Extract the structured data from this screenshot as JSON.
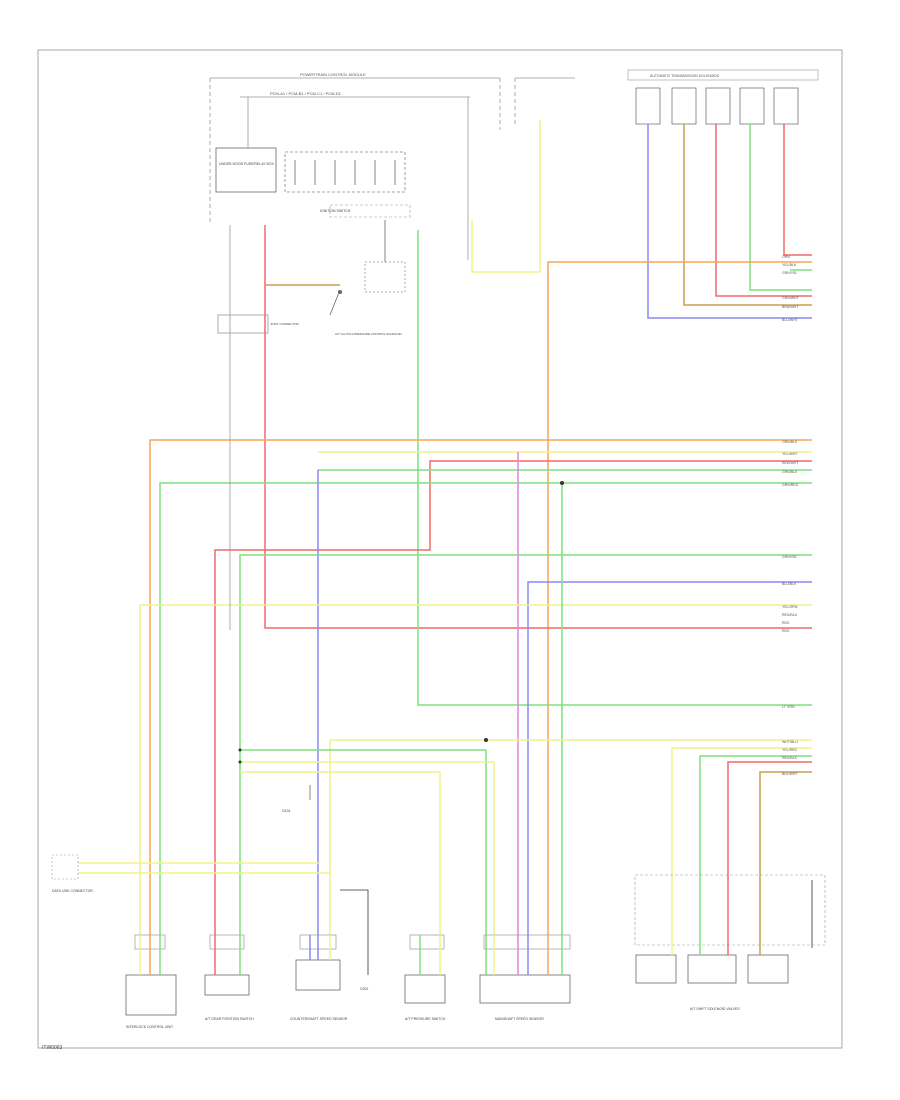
{
  "page": {
    "footer_code": "ITW0063"
  },
  "wire_colors": {
    "orange": "#f5a55a",
    "yellow": "#f2f28a",
    "red": "#f26a6a",
    "green": "#7fe07f",
    "blue": "#8a8af2",
    "tan": "#c9a050",
    "pink": "#e085e0",
    "black": "#333333"
  },
  "top_banner": {
    "line1": "POWERTRAIN CONTROL MODULE",
    "line2": "PCM-A1 / PCM-B1 / PCM-C1 / PCM-D1"
  },
  "top_right_header": "AUTOMATIC TRANSMISSION SOLENOIDS",
  "wire_labels_right": [
    "ORN",
    "YEL/BLK",
    "GRN/YEL",
    "GRN/WHT",
    "BRN/WHT",
    "BLU/WHT",
    "ORN/BLK",
    "YEL/WHT",
    "RED/WHT",
    "GRN/BLK",
    "GRN/RED",
    "GRN/YEL",
    "BLU/BLK",
    "YEL/GRN",
    "RED/BLU",
    "RED",
    "RED",
    "LT GRN",
    "WHT/BLU",
    "YEL/RED",
    "RED/BLK",
    "BLK/WHT"
  ],
  "components": {
    "fuse_box": "UNDER-HOOD FUSE/RELAY BOX",
    "ignition": "IGNITION SWITCH",
    "relay": "A/T CLUTCH PRESSURE CONTROL SOLENOID",
    "lamp_left": "DATA LINK CONNECTOR",
    "left_module": "INTERLOCK CONTROL UNIT",
    "module_2": "A/T GEAR POSITION SWITCH",
    "module_3": "COUNTERSHAFT SPEED SENSOR",
    "module_4": "A/T PRESSURE SWITCH",
    "module_5": "MAINSHAFT SPEED SENSOR",
    "module_6": "A/T SHIFT SOLENOID VALVES",
    "ground_label": "G101",
    "ground_label_2": "G201",
    "junction_label": "JOINT CONNECTOR"
  }
}
